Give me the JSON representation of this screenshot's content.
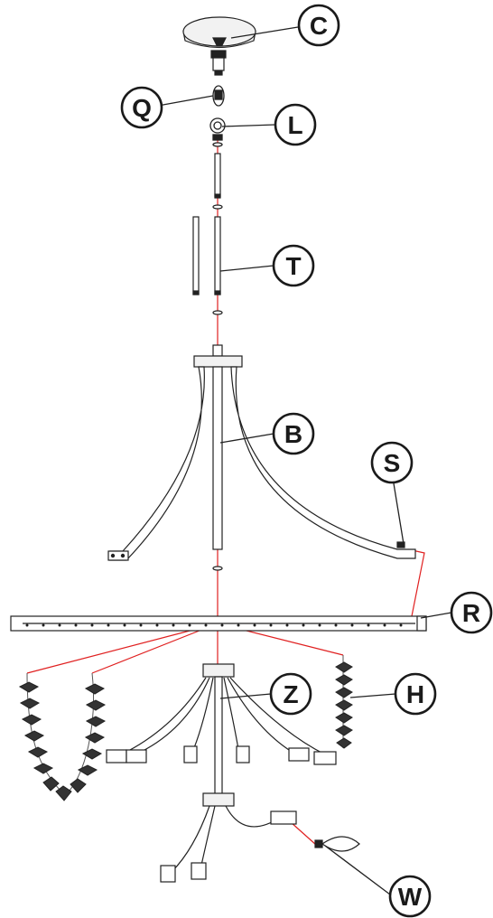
{
  "diagram": {
    "type": "exploded-assembly",
    "callouts": [
      {
        "id": "c",
        "label": "C"
      },
      {
        "id": "q",
        "label": "Q"
      },
      {
        "id": "l",
        "label": "L"
      },
      {
        "id": "t",
        "label": "T"
      },
      {
        "id": "b",
        "label": "B"
      },
      {
        "id": "s",
        "label": "S"
      },
      {
        "id": "r",
        "label": "R"
      },
      {
        "id": "z",
        "label": "Z"
      },
      {
        "id": "h",
        "label": "H"
      },
      {
        "id": "w",
        "label": "W"
      }
    ],
    "colors": {
      "line": "#222222",
      "guide": "#e02020",
      "part_fill": "#f2f2f2",
      "crystal": "#333333"
    }
  }
}
